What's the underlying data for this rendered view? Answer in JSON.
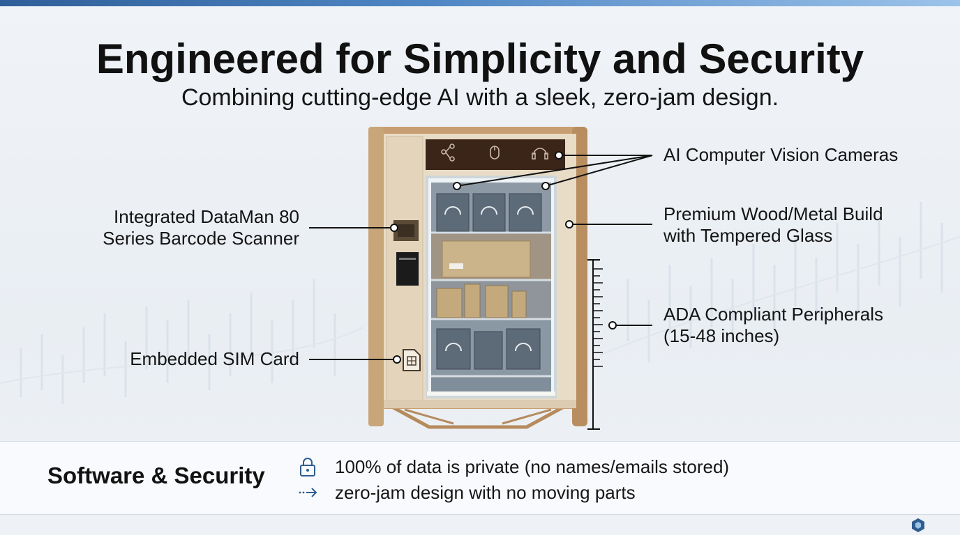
{
  "header": {
    "title": "Engineered for Simplicity and Security",
    "subtitle": "Combining cutting-edge AI with a sleek, zero-jam design."
  },
  "callouts": {
    "scanner_line1": "Integrated DataMan 80",
    "scanner_line2": "Series Barcode Scanner",
    "sim": "Embedded SIM Card",
    "cameras": "AI Computer Vision Cameras",
    "build_line1": "Premium Wood/Metal Build",
    "build_line2": "with Tempered Glass",
    "ada_line1": "ADA Compliant Peripherals",
    "ada_line2": "(15-48 inches)"
  },
  "footer": {
    "heading": "Software & Security",
    "bullets": [
      {
        "icon": "lock-icon",
        "text": "100% of data is private (no names/emails stored)"
      },
      {
        "icon": "dotted-arrow-icon",
        "text": "zero-jam design with no moving parts"
      }
    ]
  },
  "colors": {
    "accent_blue": "#2f5f9a",
    "wood": "#c9a57a",
    "cabinet_panel": "#e7d9c3",
    "icon_blue": "#2e5d8f"
  }
}
